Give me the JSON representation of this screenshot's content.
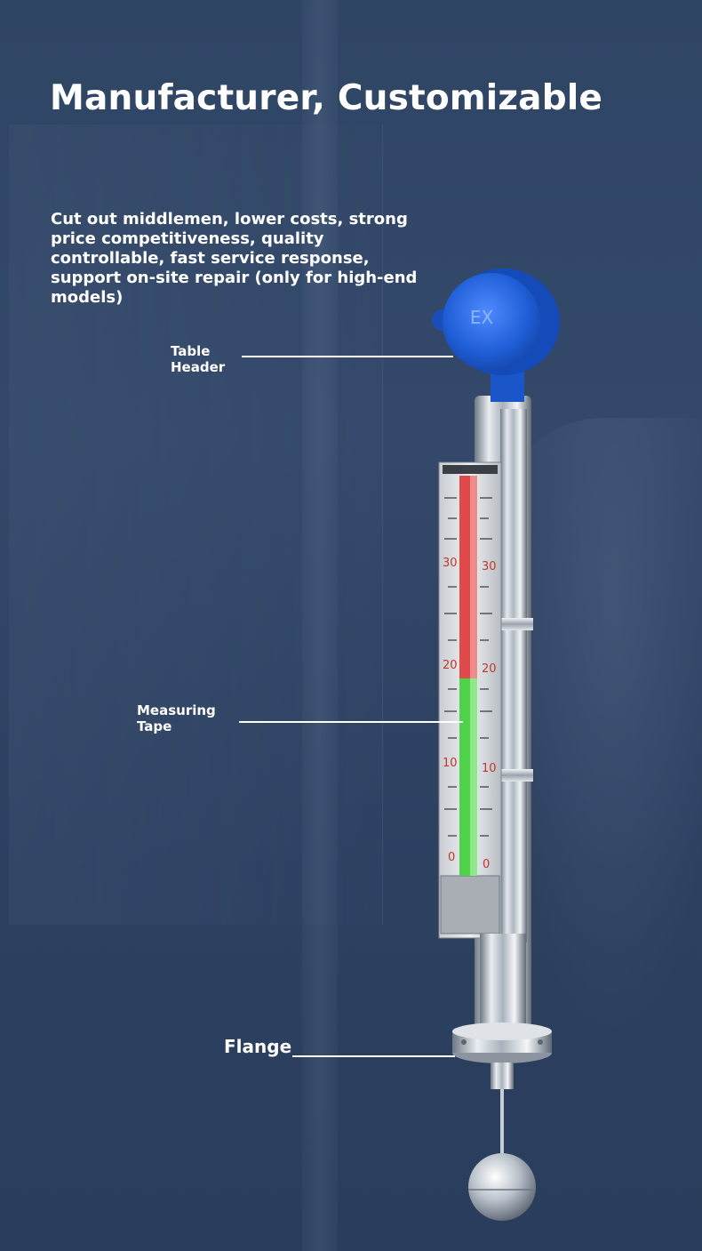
{
  "header": {
    "title": "Manufacturer, Customizable",
    "description": "Cut out middlemen, lower costs, strong price competitiveness, quality controllable, fast service response, support on-site repair (only for high-end models)"
  },
  "callouts": {
    "table_header": {
      "line1": "Table",
      "line2": "Header"
    },
    "measuring_tape": {
      "line1": "Measuring",
      "line2": "Tape"
    },
    "flange": {
      "label": "Flange"
    }
  },
  "device": {
    "head_marking": "EX",
    "scale_ticks": [
      "30",
      "20",
      "10",
      "0"
    ]
  },
  "colors": {
    "head_blue": "#1f5ed6",
    "upper_indicator_red": "#e04a4a",
    "lower_indicator_green": "#4fd14a"
  }
}
